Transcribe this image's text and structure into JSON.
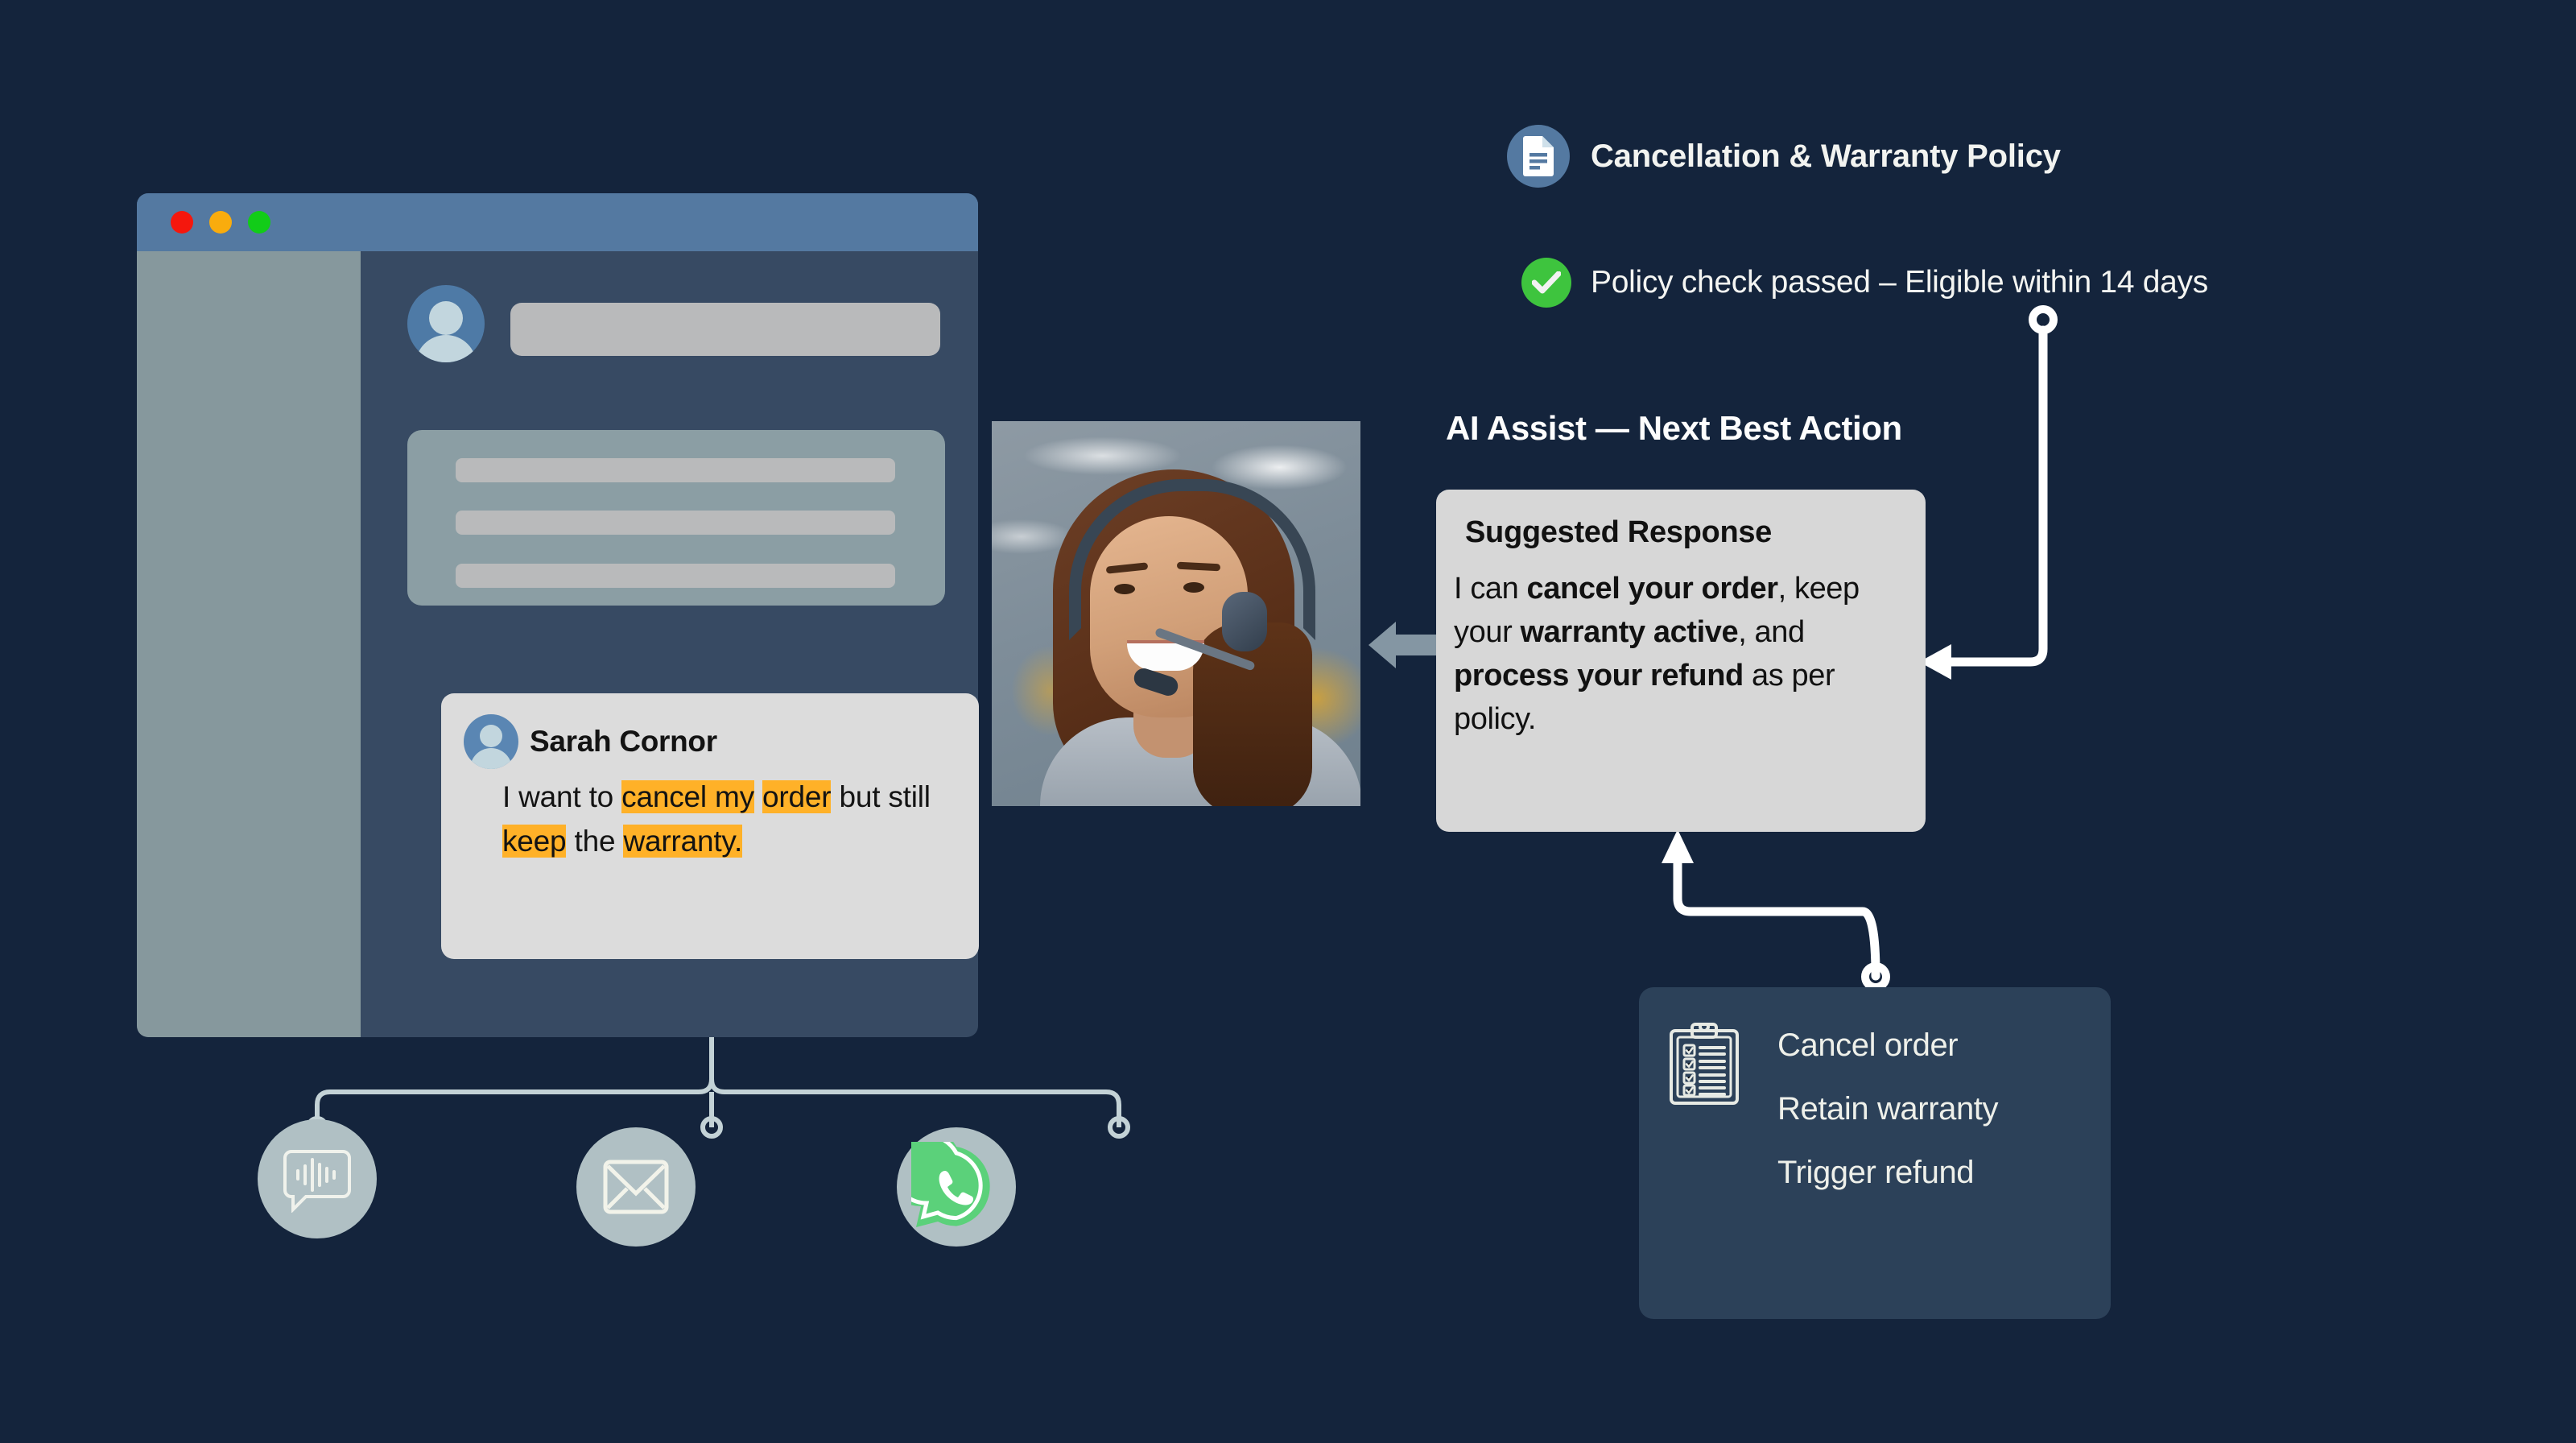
{
  "background_color": "#14243c",
  "browser_window": {
    "name": "agent-desktop-window",
    "traffic_lights": [
      {
        "name": "close",
        "color": "#f5170d"
      },
      {
        "name": "minimize",
        "color": "#f9ac0d"
      },
      {
        "name": "maximize",
        "color": "#12cc18"
      }
    ],
    "sidebar_color": "#86989d",
    "body_color": "#374a63",
    "titlebar_color": "#5479a1"
  },
  "customer_message": {
    "sender": "Sarah Cornor",
    "avatar_icon": "person-avatar-icon",
    "segments": [
      {
        "text": "I  want to ",
        "highlight": false
      },
      {
        "text": "cancel my",
        "highlight": true
      },
      {
        "text": " ",
        "highlight": false
      },
      {
        "text": "order",
        "highlight": true
      },
      {
        "text": " but still ",
        "highlight": false
      },
      {
        "text": "keep",
        "highlight": true
      },
      {
        "text": " the ",
        "highlight": false
      },
      {
        "text": "warranty.",
        "highlight": true
      }
    ],
    "highlight_color": "#ffb128",
    "full_text": "I  want to cancel my order but still keep the warranty."
  },
  "channels": [
    {
      "name": "voice-chat",
      "icon": "voice-waveform-chat-icon",
      "color": "#b0c0c4"
    },
    {
      "name": "email",
      "icon": "envelope-icon",
      "color": "#b0c0c4"
    },
    {
      "name": "whatsapp",
      "icon": "whatsapp-icon",
      "color": "#5bd17a"
    }
  ],
  "agent_photo": {
    "alt": "smiling-call-center-agent-with-headset"
  },
  "policy": {
    "doc_icon": "document-icon",
    "title": "Cancellation & Warranty Policy",
    "check_icon": "check-circle-icon",
    "check_color": "#3ec43e",
    "check_text": "Policy check passed – Eligible within 14 days"
  },
  "ai_assist": {
    "heading": "AI Assist — Next Best Action",
    "card_title": "Suggested Response",
    "card_body_segments": [
      {
        "text": "I can ",
        "bold": false
      },
      {
        "text": "cancel your order",
        "bold": true
      },
      {
        "text": ", keep your ",
        "bold": false
      },
      {
        "text": "warranty active",
        "bold": true
      },
      {
        "text": ", and ",
        "bold": false
      },
      {
        "text": "process your refund",
        "bold": true
      },
      {
        "text": " as per policy.",
        "bold": false
      }
    ],
    "card_body_text": "I can cancel your order, keep your warranty active, and process your refund as per policy."
  },
  "actions": {
    "icon": "clipboard-checklist-icon",
    "card_color": "#2c4159",
    "items": [
      {
        "label": "Cancel order"
      },
      {
        "label": "Retain warranty"
      },
      {
        "label": "Trigger refund"
      }
    ]
  }
}
